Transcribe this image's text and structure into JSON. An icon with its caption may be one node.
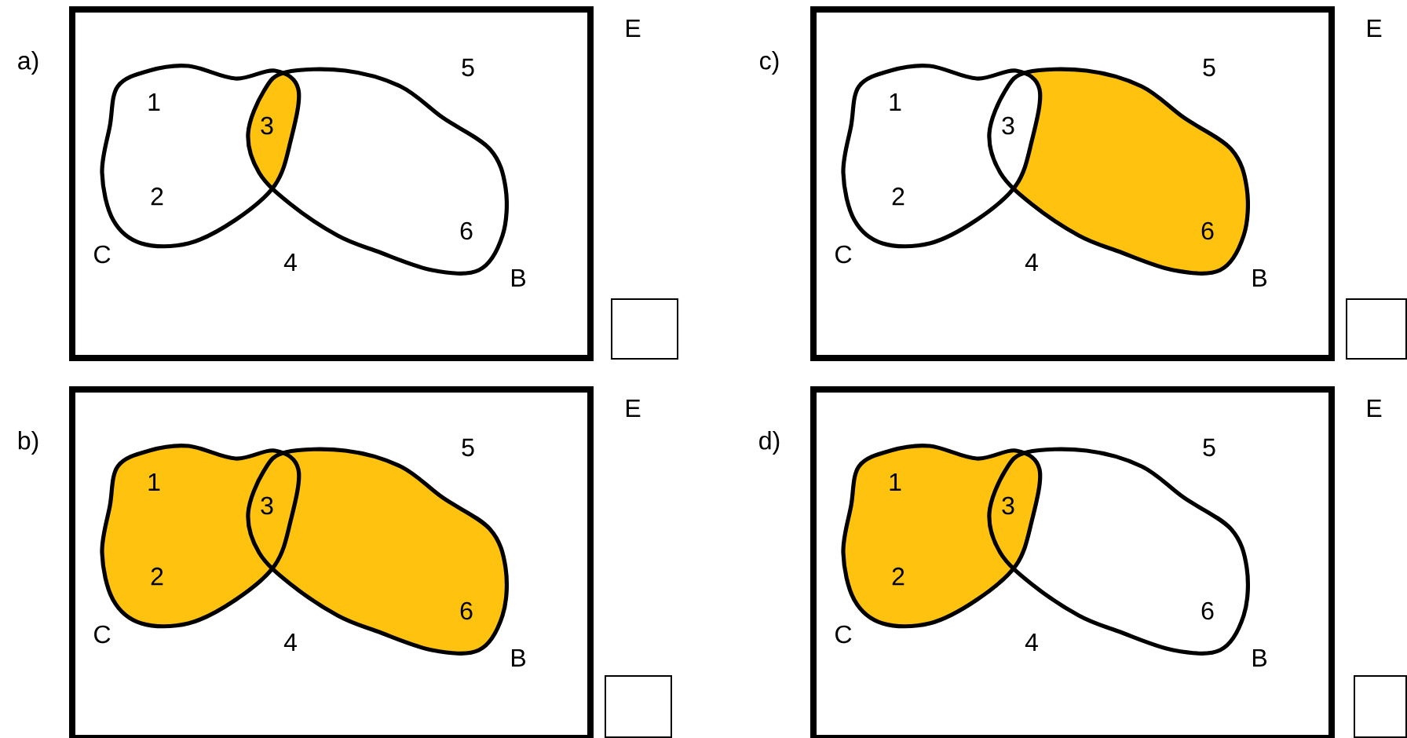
{
  "diagram": {
    "nodes": [
      {
        "text": [],
        "shape": "box"
      },
      {
        "text": [],
        "shape": "blob",
        "in": 0
      },
      {
        "text": [],
        "shape": "blob",
        "in": 0
      },
      {
        "text": [],
        "shape": "box"
      },
      {
        "text": [],
        "shape": "box"
      },
      {
        "text": [],
        "shape": "blob",
        "in": 4
      },
      {
        "text": [],
        "shape": "blob",
        "in": 4
      },
      {
        "text": [],
        "shape": "box"
      },
      {
        "text": [],
        "shape": "box"
      },
      {
        "text": [],
        "shape": "blob",
        "in": 8
      },
      {
        "text": [],
        "shape": "blob",
        "in": 8
      },
      {
        "text": [],
        "shape": "box"
      },
      {
        "text": [],
        "shape": "box"
      },
      {
        "text": [],
        "shape": "blob",
        "in": 12
      },
      {
        "text": [],
        "shape": "blob",
        "in": 12
      },
      {
        "text": [],
        "shape": "box"
      }
    ],
    "labels": [
      "a)",
      "E",
      "5",
      "1",
      "3",
      "2",
      "6",
      "C",
      "4",
      "B",
      "c)",
      "E",
      "5",
      "1",
      "3",
      "2",
      "6",
      "C",
      "4",
      "B",
      "b)",
      "E",
      "5",
      "1",
      "3",
      "2",
      "6",
      "C",
      "4",
      "B",
      "d)",
      "E",
      "5",
      "1",
      "3",
      "2",
      "6",
      "C",
      "4",
      "B"
    ]
  }
}
